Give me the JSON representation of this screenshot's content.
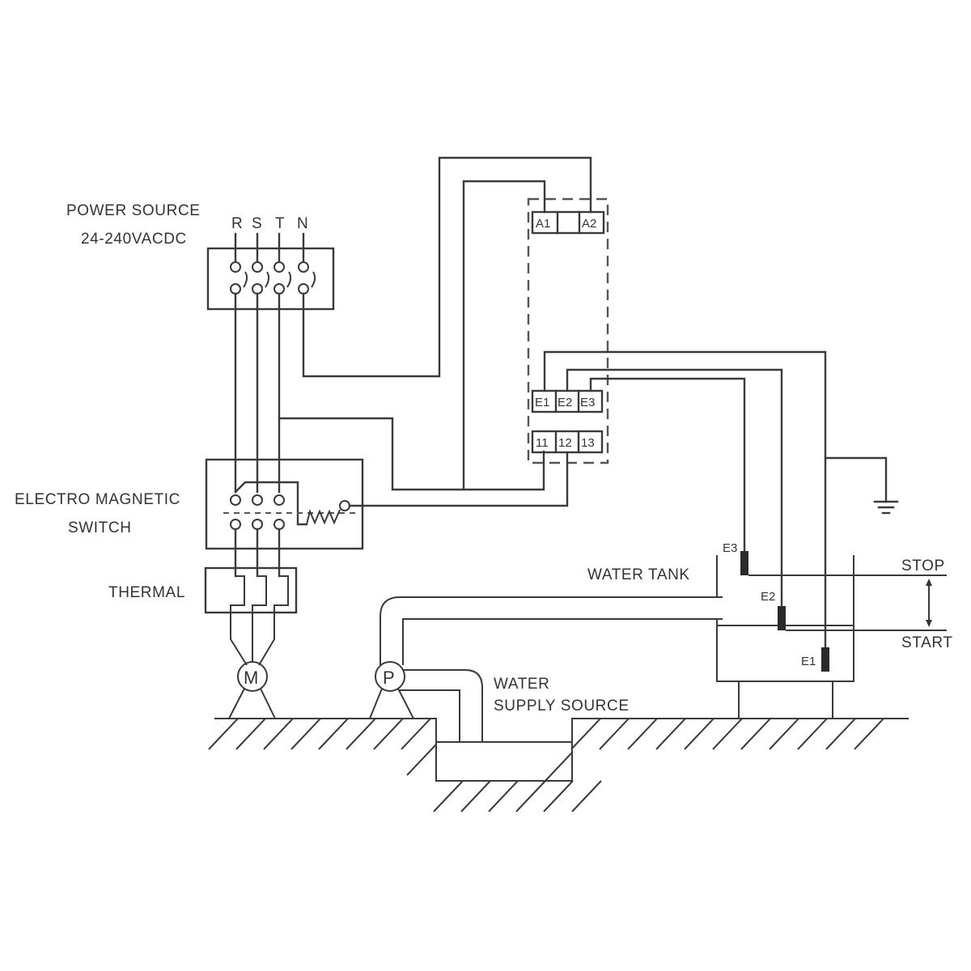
{
  "title": "Water level control wiring diagram",
  "power_source": {
    "label": "POWER SOURCE",
    "rating": "24-240VACDC",
    "phases": [
      "R",
      "S",
      "T",
      "N"
    ]
  },
  "relay": {
    "supply_terminals": [
      "A1",
      "A2"
    ],
    "electrode_terminals": [
      "E1",
      "E2",
      "E3"
    ],
    "contact_terminals": [
      "11",
      "12",
      "13"
    ]
  },
  "components": {
    "contactor_label_line1": "ELECTRO MAGNETIC",
    "contactor_label_line2": "SWITCH",
    "thermal_label": "THERMAL",
    "motor_symbol": "M",
    "pump_symbol": "P"
  },
  "tank": {
    "label": "WATER TANK",
    "electrodes": [
      "E3",
      "E2",
      "E1"
    ],
    "stop_label": "STOP",
    "start_label": "START"
  },
  "supply": {
    "label_line1": "WATER",
    "label_line2": "SUPPLY SOURCE"
  },
  "colors": {
    "line": "#3a3a3a",
    "text": "#333333",
    "background": "#ffffff"
  }
}
